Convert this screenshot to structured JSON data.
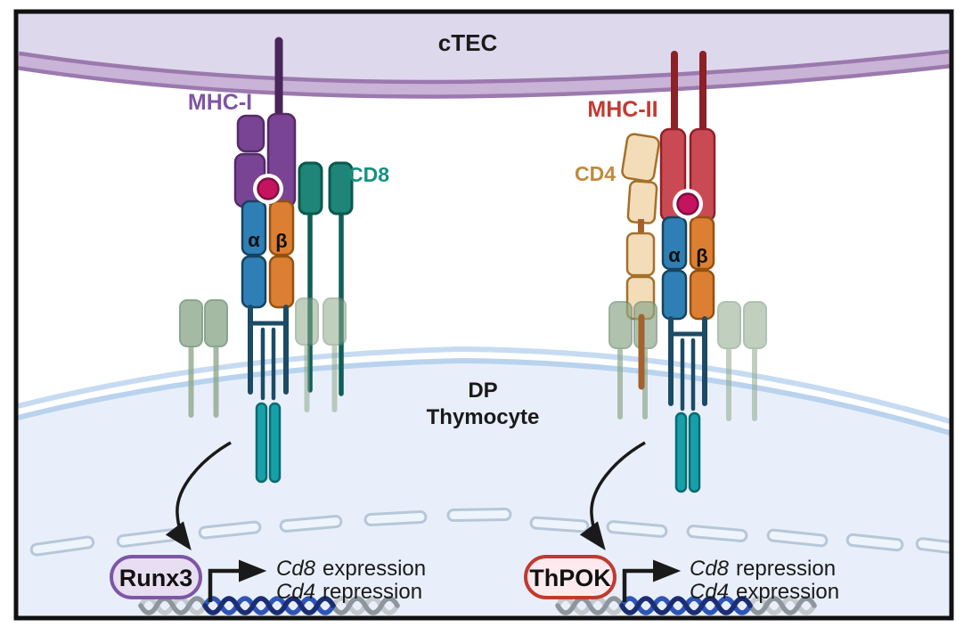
{
  "title": "Thymocyte lineage-choice signaling diagram",
  "ctec": {
    "label": "cTEC"
  },
  "dp_cell": {
    "label_line1": "DP",
    "label_line2": "Thymocyte"
  },
  "labels": {
    "mhc1": "MHC-I",
    "cd8": "CD8",
    "mhc2": "MHC-II",
    "cd4": "CD4"
  },
  "tcr": {
    "alpha": "α",
    "beta": "β"
  },
  "pathways": {
    "left": {
      "tf": "Runx3",
      "lines": [
        {
          "gene": "Cd8",
          "action": "expression"
        },
        {
          "gene": "Cd4",
          "action": "repression"
        }
      ]
    },
    "right": {
      "tf": "ThPOK",
      "lines": [
        {
          "gene": "Cd8",
          "action": "repression"
        },
        {
          "gene": "Cd4",
          "action": "expression"
        }
      ]
    }
  },
  "colors": {
    "ctec_fill": "#ded8ec",
    "ctec_membrane_dark": "#9b79ae",
    "ctec_membrane_light": "#c9b3d6",
    "dp_fill": "#e9effa",
    "dp_membrane": "#bdd5ef",
    "nuclear_dash_stroke": "#b6c7d9",
    "mhc1_purple": "#7a4494",
    "mhc1_stalk": "#48255a",
    "mhc2_red": "#ca4a54",
    "mhc2_stalk": "#8c2126",
    "peptide_magenta": "#c6135f",
    "tcr_alpha_blue": "#2e7fb5",
    "tcr_beta_orange": "#dd7f33",
    "tcr_tail_navy": "#1c4b66",
    "zeta_teal": "#17a0aa",
    "cd8_teal": "#1e8578",
    "cd4_tan": "#f3dcb8",
    "cd4_brown": "#a4622c",
    "bystander_green": "#8fa98c",
    "runx3_fill": "#e8def2",
    "runx3_border": "#7d56a5",
    "thpok_fill": "#fdeaee",
    "thpok_border": "#c03a30",
    "dna_blue_light": "#2f55b8",
    "dna_blue_dark": "#1a2d75",
    "dna_gray_light": "#c4c9ce",
    "dna_gray_dark": "#8e969d",
    "arrow_black": "#1a1a1a"
  }
}
